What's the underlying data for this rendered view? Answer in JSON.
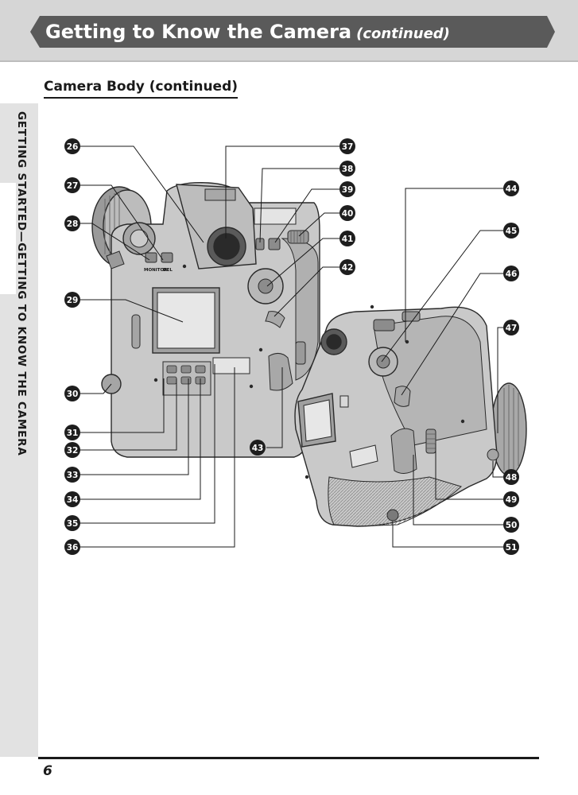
{
  "header": {
    "title": "Getting to Know the Camera",
    "continued": "(continued)"
  },
  "section": {
    "title": "Camera Body (continued)"
  },
  "sidebar": {
    "label": "GETTING STARTED—GETTING TO KNOW THE CAMERA"
  },
  "diagram": {
    "body_labels": {
      "monitor": "MONITOR",
      "del": "DEL"
    },
    "callouts": [
      "26",
      "27",
      "28",
      "29",
      "30",
      "31",
      "32",
      "33",
      "34",
      "35",
      "36",
      "37",
      "38",
      "39",
      "40",
      "41",
      "42",
      "43",
      "44",
      "45",
      "46",
      "47",
      "48",
      "49",
      "50",
      "51"
    ]
  },
  "footer": {
    "page_number": "6"
  },
  "colors": {
    "banner": "#5a5a5a",
    "banner_background": "#d6d6d6",
    "sidebar_strip": "#e2e2e2",
    "callout": "#1e1e1e"
  }
}
